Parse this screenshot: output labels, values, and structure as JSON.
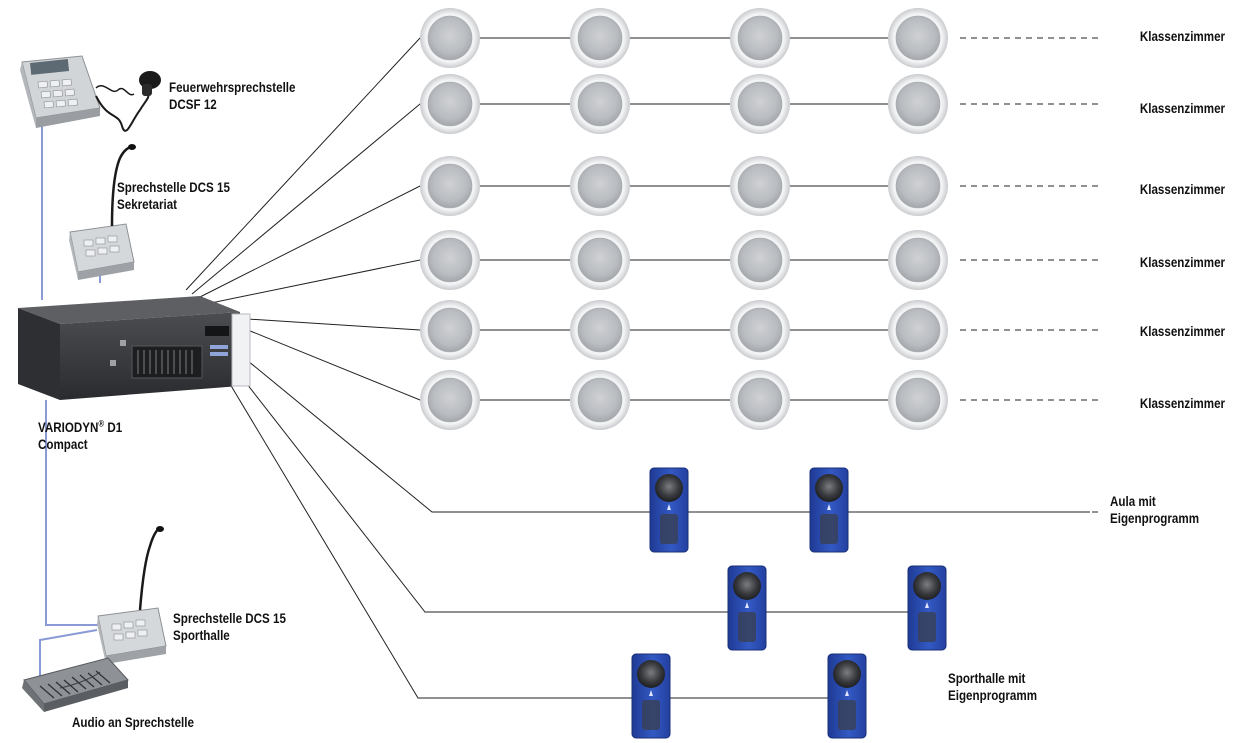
{
  "colors": {
    "bus_line": "#8a9ad6",
    "wire": "#222222",
    "ceiling_speaker": "#c4c6c9",
    "cabinet_blue": "#2c4fb5"
  },
  "devices": {
    "fire_station": {
      "line1": "Feuerwehrsprechstelle",
      "line2": "DCSF 12"
    },
    "station_secretariat": {
      "line1": "Sprechstelle DCS 15",
      "line2": "Sekretariat"
    },
    "amplifier": {
      "line1_main": "VARIODYN",
      "line1_reg": "®",
      "line1_suffix": " D1",
      "line2": "Compact"
    },
    "station_sporthall": {
      "line1": "Sprechstelle DCS 15",
      "line2": "Sporthalle"
    },
    "mixer": {
      "label": "Audio an Sprechstelle"
    }
  },
  "zones": {
    "classrooms": [
      "Klassenzimmer",
      "Klassenzimmer",
      "Klassenzimmer",
      "Klassenzimmer",
      "Klassenzimmer",
      "Klassenzimmer"
    ],
    "aula": {
      "line1": "Aula mit",
      "line2": "Eigenprogramm"
    },
    "sporthalle": {
      "line1": "Sporthalle mit",
      "line2": "Eigenprogramm"
    }
  }
}
